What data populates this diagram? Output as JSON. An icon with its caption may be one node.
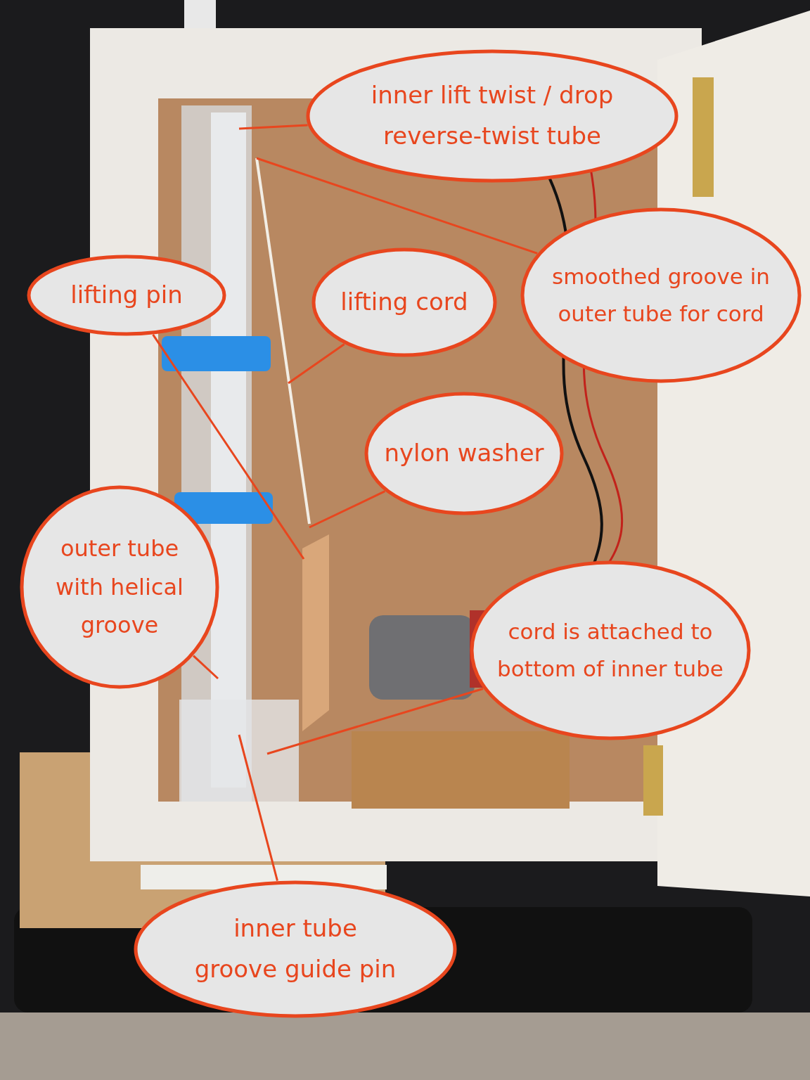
{
  "diagram": {
    "nodes": [
      {
        "text": [
          "inner lift twist / drop reverse-twist tube"
        ]
      },
      {
        "text": [
          "smoothed groove in outer tube for cord"
        ]
      },
      {
        "text": [
          "lifting pin"
        ]
      },
      {
        "text": [
          "lifting cord"
        ]
      },
      {
        "text": [
          "nylon washer"
        ]
      },
      {
        "text": [
          "outer tube with helical groove"
        ]
      },
      {
        "text": [
          "cord is attached to bottom of inner tube"
        ]
      },
      {
        "text": [
          "inner tube groove guide pin"
        ]
      }
    ],
    "edges": [
      {
        "from": 0,
        "to": null,
        "arrow": "none"
      },
      {
        "from": 1,
        "to": null,
        "arrow": "none"
      },
      {
        "from": 2,
        "to": null,
        "arrow": "none"
      },
      {
        "from": 3,
        "to": null,
        "arrow": "none"
      },
      {
        "from": 4,
        "to": null,
        "arrow": "none"
      },
      {
        "from": 5,
        "to": null,
        "arrow": "none"
      },
      {
        "from": 6,
        "to": null,
        "arrow": "none"
      },
      {
        "from": 7,
        "to": null,
        "arrow": "none"
      }
    ]
  }
}
